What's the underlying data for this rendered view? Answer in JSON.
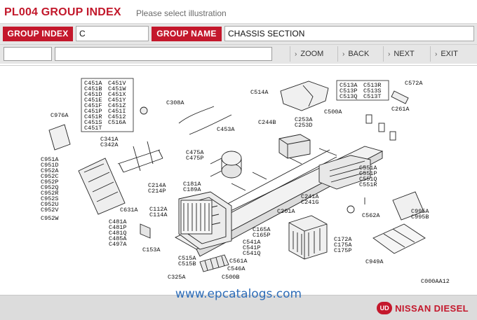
{
  "header": {
    "title": "PL004 GROUP INDEX",
    "hint": "Please select illustration"
  },
  "fields": {
    "group_index_label": "GROUP INDEX",
    "group_index_value": "C",
    "group_name_label": "GROUP NAME",
    "group_name_value": "CHASSIS SECTION"
  },
  "nav": {
    "zoom": "ZOOM",
    "back": "BACK",
    "next": "NEXT",
    "exit": "EXIT"
  },
  "diagram": {
    "code": "C000AA12",
    "labels": [
      "C451A",
      "C451B",
      "C451D",
      "C451E",
      "C451F",
      "C451P",
      "C451R",
      "C451S",
      "C451T",
      "C451V",
      "C451W",
      "C451X",
      "C451Y",
      "C451Z",
      "C451I",
      "C4512",
      "C516A",
      "C976A",
      "C308A",
      "C453A",
      "C514A",
      "C513A",
      "C513R",
      "C513P",
      "C513S",
      "C513Q",
      "C513T",
      "C572A",
      "C261A",
      "C244B",
      "C253A",
      "C253D",
      "C500A",
      "C341A",
      "C342A",
      "C475A",
      "C475P",
      "C551A",
      "C551P",
      "C551Q",
      "C551R",
      "C951A",
      "C951D",
      "C952A",
      "C952C",
      "C952P",
      "C952Q",
      "C952R",
      "C952S",
      "C952U",
      "C952V",
      "C952W",
      "C214A",
      "C214P",
      "C181A",
      "C189A",
      "C241A",
      "C241G",
      "C631A",
      "C112A",
      "C114A",
      "C201A",
      "C562A",
      "C995A",
      "C995B",
      "C481A",
      "C481P",
      "C481Q",
      "C485A",
      "C497A",
      "C165A",
      "C165P",
      "C541A",
      "C541P",
      "C541Q",
      "C172A",
      "C175A",
      "C175P",
      "C153A",
      "C561A",
      "C546A",
      "C515A",
      "C515B",
      "C949A",
      "C325A",
      "C500B"
    ]
  },
  "footer": {
    "watermark": "www.epcatalogs.com",
    "brand_badge": "UD",
    "brand_name": "NISSAN DIESEL"
  }
}
